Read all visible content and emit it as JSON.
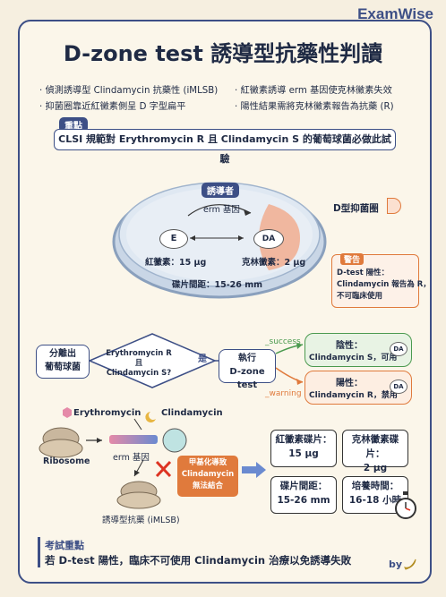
{
  "brand": "ExamWise",
  "title": "D-zone test 誘導型抗藥性判讀",
  "bullets": [
    "‧ 偵測誘導型 Clindamycin 抗藥性 (iMLSB)",
    "‧ 紅黴素誘導 erm 基因使克林黴素失效",
    "‧ 抑菌圈靠近紅黴素側呈 D 字型扁平",
    "‧ 陽性結果需將克林黴素報告為抗藥 (R)"
  ],
  "key_tag": "重點",
  "key_text": "CLSI 規範對 Erythromycin R 且 Clindamycin S 的葡萄球菌必做此試驗",
  "dish": {
    "inducer_tag": "誘導者",
    "erm_label": "erm 基因",
    "disk_e": "E",
    "disk_da": "DA",
    "e_label": "紅黴素：15 µg",
    "da_label": "克林黴素：2 µg",
    "spacing": "碟片間距：15-26 mm",
    "dzone_label": "D型抑菌圈"
  },
  "warning": {
    "tag": "警告",
    "text1": "D-test 陽性：",
    "text2": "Clindamycin 報告為 R，",
    "text3": "不可臨床使用"
  },
  "flow": {
    "start": [
      "分離出",
      "葡萄球菌"
    ],
    "decision": [
      "Erythromycin R",
      "且",
      "Clindamycin S?"
    ],
    "yes": "是",
    "action": [
      "執行",
      "D-zone test"
    ],
    "success_label": "_success",
    "warning_label": "_warning",
    "neg_title": "陰性：",
    "neg_text": "Clindamycin S，可用",
    "pos_title": "陽性：",
    "pos_text": "Clindamycin R，禁用",
    "disk": "DA"
  },
  "mechanism": {
    "ery": "Erythromycin",
    "clin": "Clindamycin",
    "ribosome": "Ribosome",
    "erm": "erm 基因",
    "induced": "誘導型抗藥 (iMLSB)",
    "note": [
      "甲基化導致",
      "Clindamycin",
      "無法結合"
    ]
  },
  "grid": [
    [
      "紅黴素碟片：",
      "15 µg"
    ],
    [
      "克林黴素碟片：",
      "2 µg"
    ],
    [
      "碟片間距：",
      "15-26 mm"
    ],
    [
      "培養時間：",
      "16-18 小時"
    ]
  ],
  "footer": {
    "heading": "考試重點",
    "text": "若 D-test 陽性，臨床不可使用 Clindamycin 治療以免誘導失敗",
    "by": "by"
  },
  "colors": {
    "navy": "#3d4f86",
    "green": "#4b9a4f",
    "orange": "#e07a3c",
    "cream": "#fbf6ea"
  }
}
